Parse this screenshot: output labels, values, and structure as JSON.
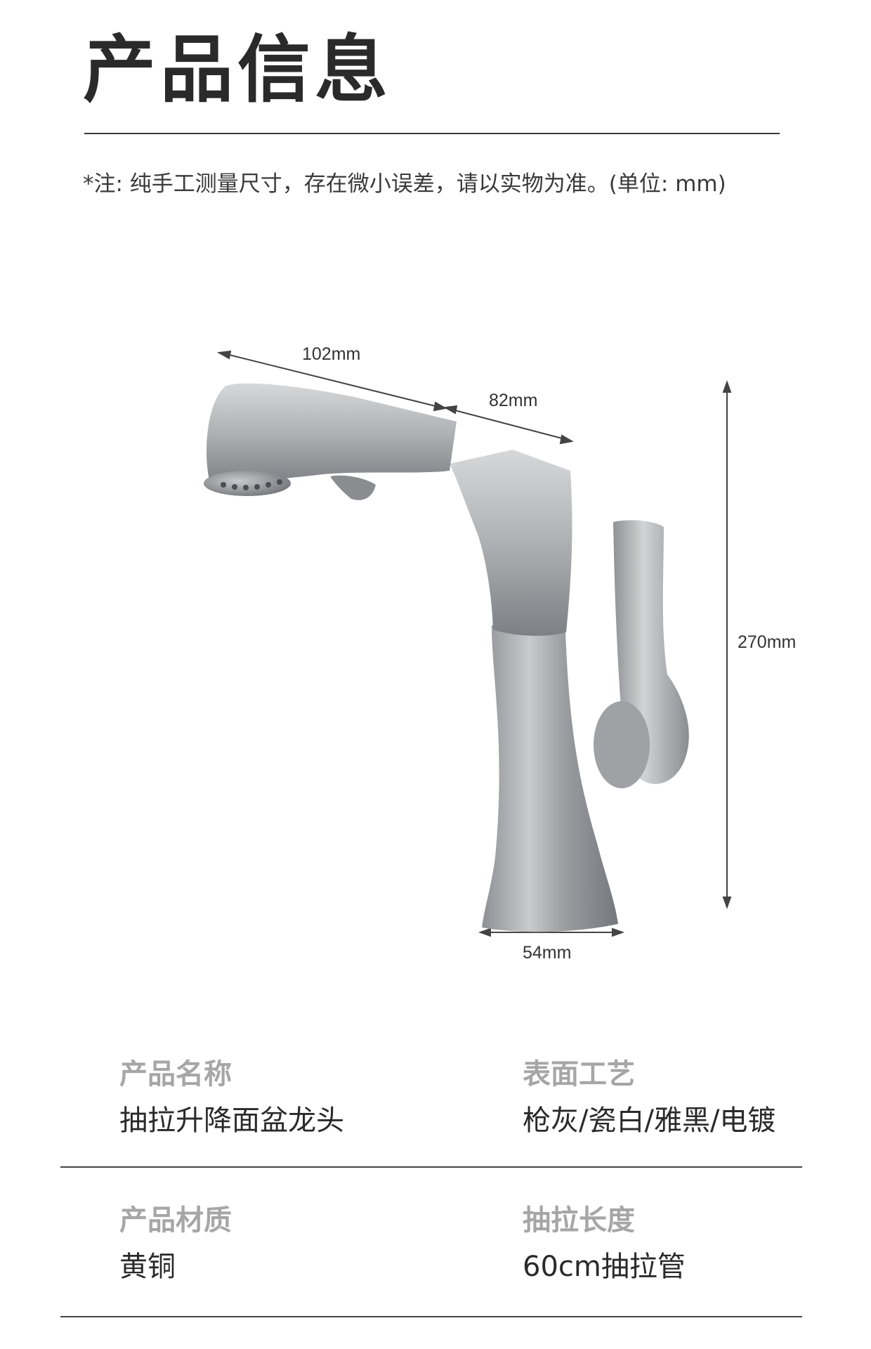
{
  "header": {
    "title": "产品信息",
    "note": "*注: 纯手工测量尺寸，存在微小误差，请以实物为准。(单位: mm)"
  },
  "dimensions": {
    "spout_length": "102mm",
    "upper_length": "82mm",
    "height": "270mm",
    "base_width": "54mm"
  },
  "specs": [
    {
      "label": "产品名称",
      "value": "抽拉升降面盆龙头"
    },
    {
      "label": "表面工艺",
      "value": "枪灰/瓷白/雅黑/电镀"
    },
    {
      "label": "产品材质",
      "value": "黄铜"
    },
    {
      "label": "抽拉长度",
      "value": "60cm抽拉管"
    }
  ],
  "colors": {
    "faucet_light": "#d4d5d7",
    "faucet_mid": "#a7a9ad",
    "faucet_dark": "#6f7276",
    "label_gray": "#a6a6a6"
  }
}
